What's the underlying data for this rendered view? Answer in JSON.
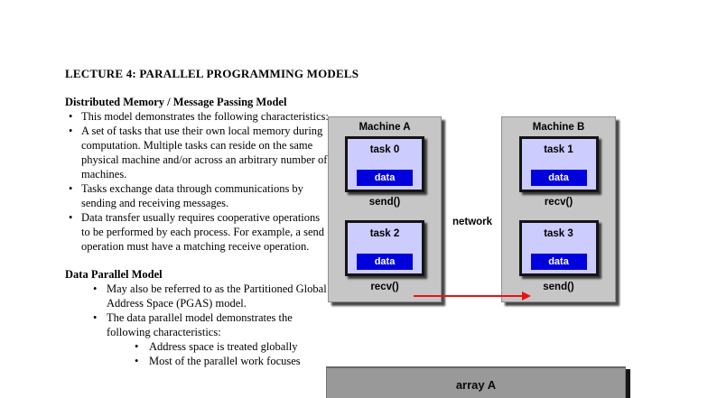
{
  "ui": {
    "bullet": "•"
  },
  "page": {
    "title": "LECTURE 4: PARALLEL PROGRAMMING MODELS"
  },
  "section1": {
    "heading": "Distributed Memory / Message Passing Model",
    "bullets": [
      "This model demonstrates the following characteristics:",
      "A set of tasks that use their own local memory during computation. Multiple tasks can reside on the same physical machine and/or across an arbitrary number of machines.",
      "Tasks exchange data through communications by sending and receiving messages.",
      "Data transfer usually requires cooperative operations to be performed by each process. For example, a send operation must have a matching receive operation."
    ]
  },
  "section2": {
    "heading": "Data Parallel Model",
    "bullets": [
      "May also be referred to as the Partitioned Global Address Space (PGAS) model.",
      "The data parallel model demonstrates the following characteristics:"
    ],
    "sub_bullets": [
      "Address space is treated globally",
      "Most of the parallel work focuses"
    ]
  },
  "diagram": {
    "machine_a": {
      "label": "Machine A",
      "task_top": {
        "name": "task 0",
        "data": "data",
        "op": "send()"
      },
      "task_bottom": {
        "name": "task 2",
        "data": "data",
        "op": "recv()"
      }
    },
    "machine_b": {
      "label": "Machine B",
      "task_top": {
        "name": "task 1",
        "data": "data",
        "op": "recv()"
      },
      "task_bottom": {
        "name": "task 3",
        "data": "data",
        "op": "send()"
      }
    },
    "network_label": "network"
  },
  "array_diagram": {
    "label": "array A"
  },
  "colors": {
    "machine_gray": "#c6c6c6",
    "task_fill": "#ccccff",
    "data_blue": "#0000dd",
    "data_text": "#ffffff",
    "arrow_red": "#ee1111",
    "array_gray": "#999999"
  }
}
